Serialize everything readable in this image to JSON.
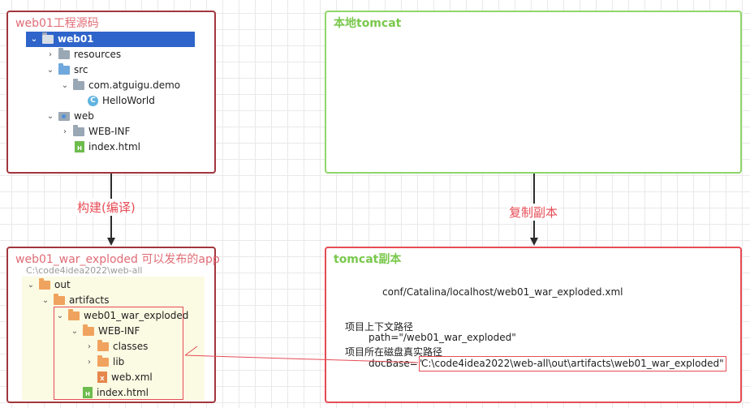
{
  "source_box": {
    "title": "web01工程源码",
    "tree": [
      {
        "label": "web01",
        "chevron": "⌄",
        "icon": "folder-gray"
      },
      {
        "label": "resources",
        "chevron": "›",
        "icon": "folder-gray"
      },
      {
        "label": "src",
        "chevron": "⌄",
        "icon": "folder-blue"
      },
      {
        "label": "com.atguigu.demo",
        "chevron": "⌄",
        "icon": "folder-gray"
      },
      {
        "label": "HelloWorld",
        "chevron": "",
        "icon": "class",
        "icon_text": "C"
      },
      {
        "label": "web",
        "chevron": "⌄",
        "icon": "folder-web"
      },
      {
        "label": "WEB-INF",
        "chevron": "›",
        "icon": "folder-gray"
      },
      {
        "label": "index.html",
        "chevron": "",
        "icon": "html",
        "icon_text": "H"
      }
    ]
  },
  "build_arrow": {
    "label": "构建(编译)"
  },
  "artifact_box": {
    "title": "web01_war_exploded 可以发布的app",
    "path": "C:\\code4idea2022\\web-all",
    "tree": [
      {
        "label": "out",
        "chevron": "⌄"
      },
      {
        "label": "artifacts",
        "chevron": "⌄"
      },
      {
        "label": "web01_war_exploded",
        "chevron": "⌄"
      },
      {
        "label": "WEB-INF",
        "chevron": "⌄"
      },
      {
        "label": "classes",
        "chevron": "›"
      },
      {
        "label": "lib",
        "chevron": "›"
      },
      {
        "label": "web.xml",
        "chevron": "",
        "icon_text": "X"
      },
      {
        "label": "index.html",
        "chevron": "",
        "icon_text": "H"
      }
    ]
  },
  "tomcat_box": {
    "title": "本地tomcat"
  },
  "copy_arrow": {
    "label": "复制副本"
  },
  "copy_box": {
    "title": "tomcat副本",
    "config_file": "conf/Catalina/localhost/web01_war_exploded.xml",
    "context_path_label": "项目上下文路径",
    "path_attr": "path=\"/web01_war_exploded\"",
    "disk_path_label": "项目所在磁盘真实路径",
    "docbase_prefix": "docBase=\"",
    "docbase_value": "C:\\code4idea2022\\web-all\\out\\artifacts\\web01_war_exploded",
    "docbase_suffix": "\""
  },
  "colors": {
    "accent_red": "#e64c55",
    "box_dark_red": "#a2363d",
    "green": "#7ac84d",
    "selection_blue": "#2f65ca"
  }
}
